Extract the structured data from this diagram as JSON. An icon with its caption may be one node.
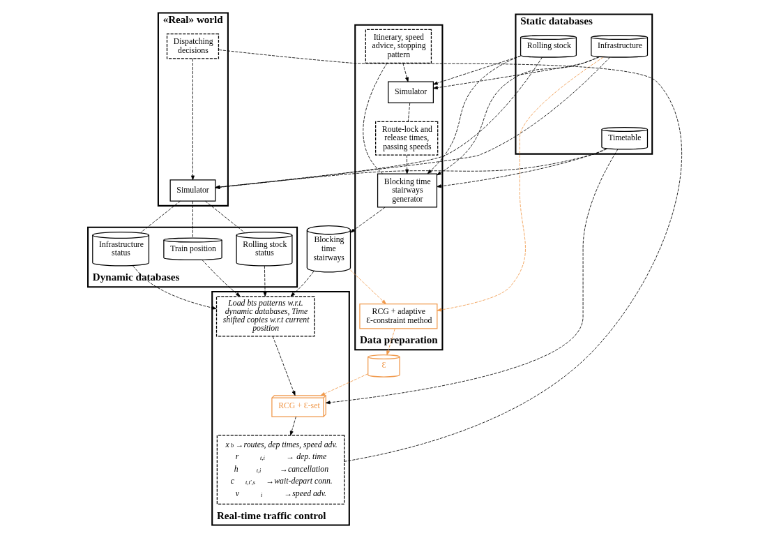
{
  "diagram": {
    "nodes": [
      {
        "text": [
          "Static databases"
        ]
      },
      {
        "text": [
          "Rolling stock"
        ],
        "in": 0
      },
      {
        "text": [
          "Infrastructure"
        ],
        "in": 0
      },
      {
        "text": [
          "Timetable"
        ],
        "in": 0
      },
      {
        "text": [
          "«Real» world"
        ]
      },
      {
        "text": [
          "Simulator"
        ],
        "in": 4
      },
      {
        "text": [
          "Dispatching decisions"
        ],
        "in": 4
      },
      {
        "text": [
          "Data preparation"
        ]
      },
      {
        "text": [
          "Itinerary, speed advice, stopping pattern"
        ],
        "in": 7
      },
      {
        "text": [
          "Blocking time stairways generator"
        ],
        "in": 7
      },
      {
        "text": [
          "Simulator"
        ],
        "in": 7
      },
      {
        "text": [
          "Route-lock and release times, passing speeds"
        ],
        "in": 7
      },
      {
        "text": [
          "RCG + adaptive Ɛ-constraint method"
        ],
        "in": 7
      },
      {
        "text": [
          "Blocking time stairways"
        ]
      },
      {
        "text": [
          "Ɛ"
        ]
      },
      {
        "text": [
          "Real-time traffic control"
        ]
      },
      {
        "text": [
          "x$_{b}$ →routes, dep times, speed adv.",
          "r$_{t,i}$ → dep. time",
          "h$_{t,i}$ →cancellation",
          "c$_{t,t′,s}$ →wait-depart conn.",
          "v$_{i}$ →speed adv."
        ],
        "in": 15
      },
      {
        "text": [
          "RCG + Ɛ-set"
        ],
        "in": 15
      },
      {
        "text": [
          "Load bts patterns w.r.t. dynamic databases, Time shifted copies w.r.t current position"
        ],
        "in": 15
      },
      {
        "text": [
          "Dynamic databases"
        ]
      },
      {
        "text": [
          "Infrastructure status"
        ],
        "in": 19
      },
      {
        "text": [
          "Rolling stock status"
        ],
        "in": 19
      },
      {
        "text": [
          "Train position"
        ],
        "in": 19
      }
    ],
    "edges": [
      {
        "from": 1,
        "to": 10,
        "arrow": "to",
        "style": "dashed"
      },
      {
        "from": 2,
        "to": 10,
        "arrow": "to",
        "style": "dashed"
      },
      {
        "from": 1,
        "to": 9,
        "arrow": "to",
        "style": "dashed"
      },
      {
        "from": 2,
        "to": 9,
        "arrow": "to",
        "style": "dashed"
      },
      {
        "from": 3,
        "to": 9,
        "arrow": "to",
        "style": "dashed"
      },
      {
        "from": 3,
        "to": 17,
        "arrow": "to",
        "style": "dashed"
      },
      {
        "from": 1,
        "to": 5,
        "arrow": "to",
        "style": "dashed"
      },
      {
        "from": 2,
        "to": 5,
        "arrow": "to",
        "style": "dashed"
      },
      {
        "from": 3,
        "to": 5,
        "arrow": "to",
        "style": "dashed"
      },
      {
        "from": 2,
        "to": 12,
        "arrow": "to",
        "style": "dashed",
        "color": "#f0984a"
      },
      {
        "from": 13,
        "to": 12,
        "arrow": "to",
        "style": "dashed",
        "color": "#f0984a"
      },
      {
        "from": 12,
        "to": 14,
        "arrow": "to",
        "style": "dashed",
        "color": "#f0984a"
      },
      {
        "from": 14,
        "to": 17,
        "arrow": "to",
        "style": "dashed",
        "color": "#f0984a"
      },
      {
        "from": 8,
        "to": 9,
        "arrow": "none",
        "style": "dashed"
      },
      {
        "from": 8,
        "to": 10,
        "arrow": "to",
        "style": "dashed"
      },
      {
        "from": 10,
        "to": 11,
        "arrow": "none",
        "style": "dashed"
      },
      {
        "from": 11,
        "to": 9,
        "arrow": "to",
        "style": "dashed"
      },
      {
        "from": 9,
        "to": 13,
        "arrow": "to",
        "style": "dashed"
      },
      {
        "from": 13,
        "to": 18,
        "arrow": "to",
        "style": "dashed"
      },
      {
        "from": 18,
        "to": 17,
        "arrow": "to",
        "style": "dashed"
      },
      {
        "from": 17,
        "to": 16,
        "arrow": "to",
        "style": "dashed"
      },
      {
        "from": 16,
        "to": 6,
        "arrow": "none",
        "style": "dashed"
      },
      {
        "from": 6,
        "to": 5,
        "arrow": "to",
        "style": "dashed"
      },
      {
        "from": 5,
        "to": 20,
        "arrow": "none",
        "style": "dashed"
      },
      {
        "from": 5,
        "to": 21,
        "arrow": "none",
        "style": "dashed"
      },
      {
        "from": 5,
        "to": 22,
        "arrow": "none",
        "style": "dashed"
      },
      {
        "from": 20,
        "to": 18,
        "arrow": "to",
        "style": "dashed"
      },
      {
        "from": 21,
        "to": 18,
        "arrow": "to",
        "style": "dashed"
      },
      {
        "from": 22,
        "to": 18,
        "arrow": "to",
        "style": "dashed"
      }
    ]
  }
}
